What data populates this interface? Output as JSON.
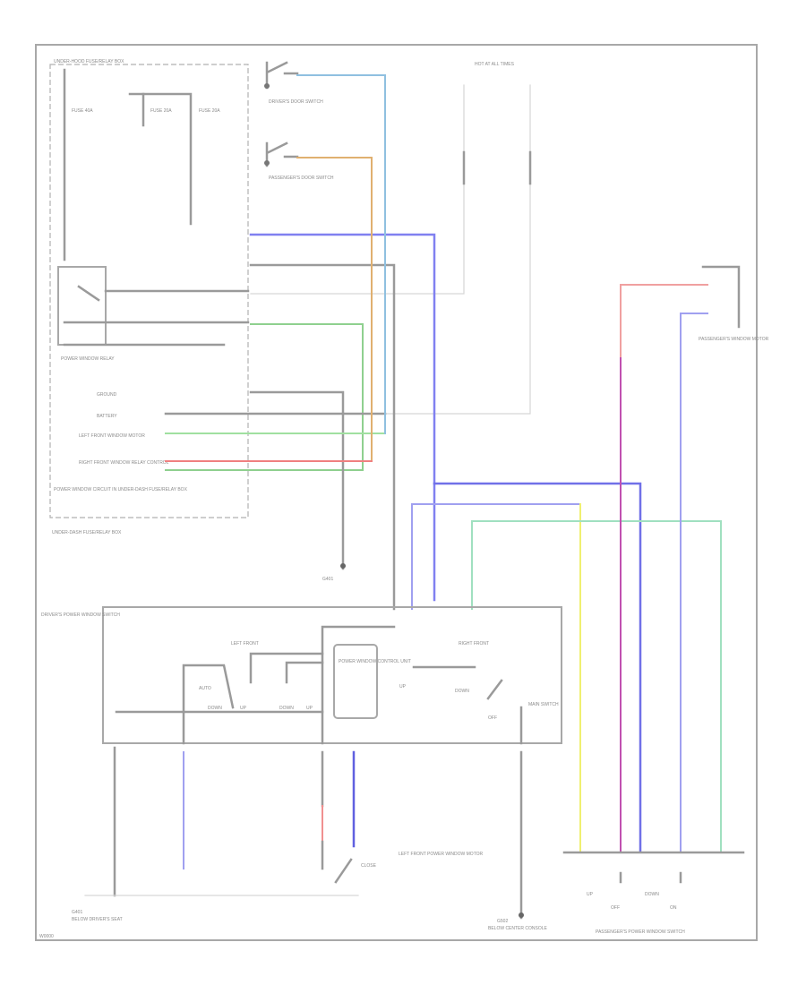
{
  "title": "Power Window Wiring Diagram",
  "labels": {
    "underhood_box": "UNDER-HOOD FUSE/RELAY BOX",
    "hot_at_all_times": "HOT AT ALL TIMES",
    "fuse_a": "FUSE 40A",
    "fuse_b": "FUSE 20A",
    "fuse_c": "FUSE 20A",
    "pw_relay": "POWER WINDOW RELAY",
    "driver_door_switch": "DRIVER'S DOOR SWITCH",
    "passenger_door_switch": "PASSENGER'S DOOR SWITCH",
    "ground": "GROUND",
    "battery": "BATTERY",
    "lf_window_motor": "LEFT FRONT WINDOW MOTOR",
    "rf_window_relay": "RIGHT FRONT WINDOW RELAY CONTROL",
    "underdash_box": "UNDER-DASH FUSE/RELAY BOX",
    "underdash_note": "POWER WINDOW CIRCUIT IN UNDER-DASH FUSE/RELAY BOX",
    "driver_switch": "DRIVER'S POWER WINDOW SWITCH",
    "left_front": "LEFT FRONT",
    "right_front": "RIGHT FRONT",
    "control_unit": "POWER WINDOW CONTROL UNIT",
    "auto": "AUTO",
    "main_switch": "MAIN SWITCH",
    "up": "UP",
    "down": "DOWN",
    "off": "OFF",
    "on": "ON",
    "pass_switch": "PASSENGER'S POWER WINDOW SWITCH",
    "pass_motor": "PASSENGER'S WINDOW MOTOR",
    "g401": "G401",
    "g401_desc": "BELOW DRIVER'S SEAT",
    "g502": "G502",
    "g502_desc": "BELOW CENTER CONSOLE",
    "lf_motor": "LEFT FRONT POWER WINDOW MOTOR",
    "close": "CLOSE",
    "page_code": "W0000"
  },
  "wire_colors": {
    "blue": "#6a6af0",
    "green": "#7ed67e",
    "cyan": "#8fc0e0",
    "orange": "#e0b070",
    "red": "#f08080",
    "magenta": "#c050b0",
    "yellow": "#f0f070",
    "gray": "#9a9a9a"
  }
}
